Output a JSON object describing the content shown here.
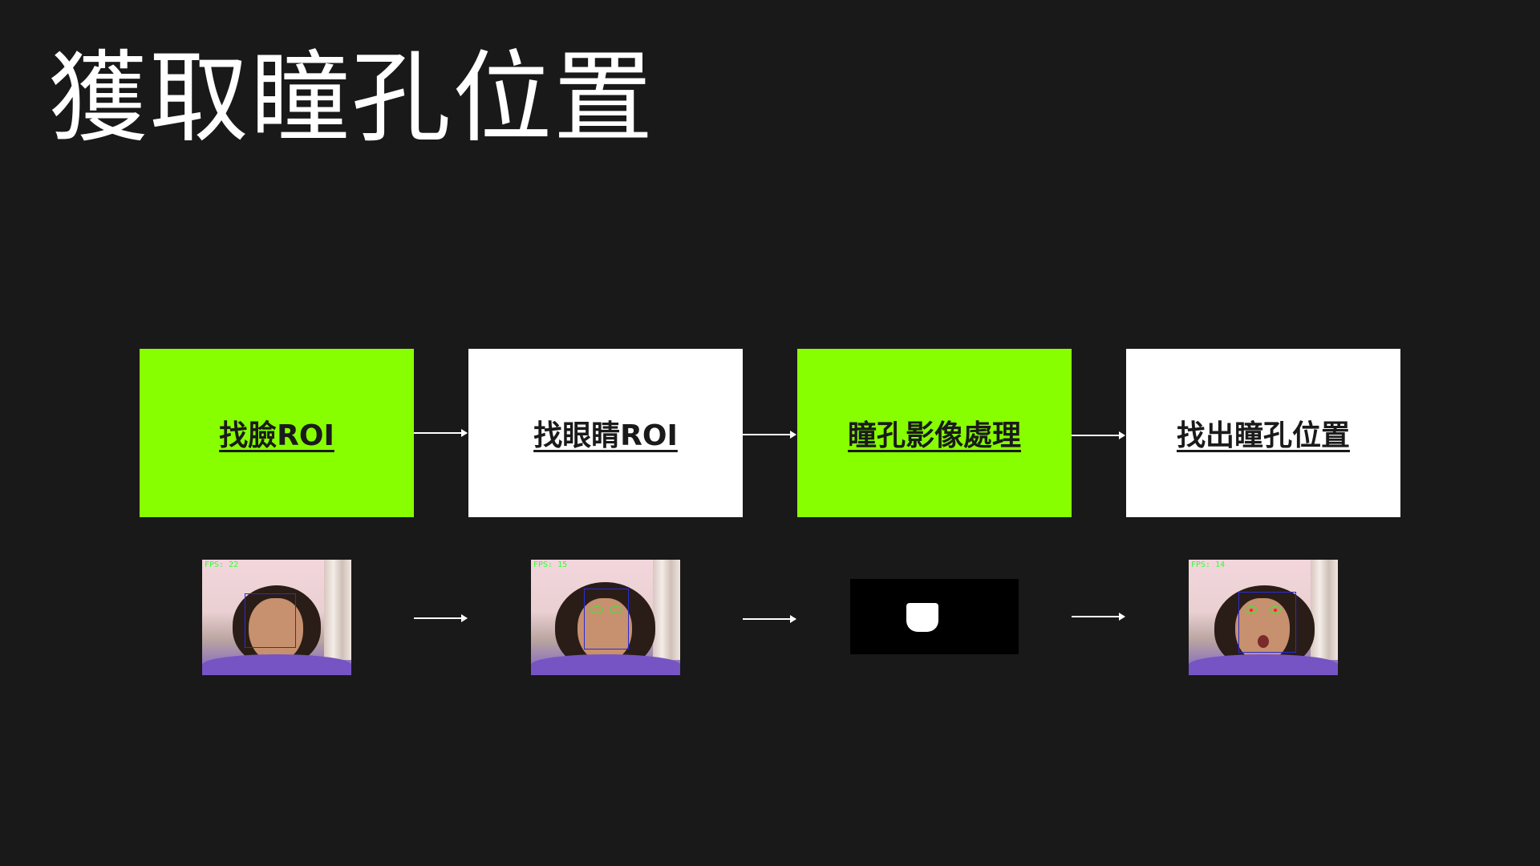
{
  "title": "獲取瞳孔位置",
  "steps": [
    {
      "label": "找臉ROI",
      "color": "#88ff00"
    },
    {
      "label": "找眼睛ROI",
      "color": "#ffffff"
    },
    {
      "label": "瞳孔影像處理",
      "color": "#88ff00"
    },
    {
      "label": "找出瞳孔位置",
      "color": "#ffffff"
    }
  ],
  "images": [
    {
      "fps": "FPS: 22"
    },
    {
      "fps": "FPS: 15"
    },
    {
      "fps": ""
    },
    {
      "fps": "FPS: 14"
    }
  ],
  "colors": {
    "background": "#191919",
    "accent": "#88ff00",
    "detection_box": "#2b2bd6",
    "eye_box": "#33ee33",
    "pupil_mark": "#ff2222"
  }
}
